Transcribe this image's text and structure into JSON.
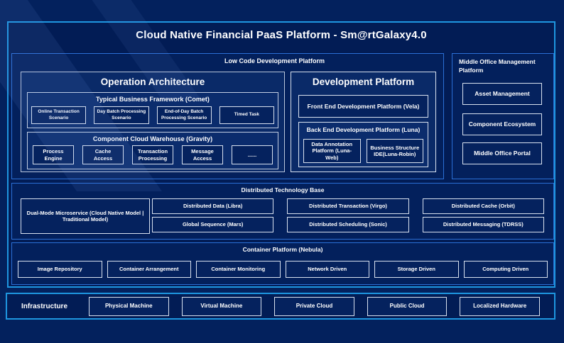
{
  "title": "Cloud Native Financial PaaS Platform - Sm@rtGalaxy4.0",
  "low_code": {
    "title": "Low Code Development Platform",
    "operation_architecture": {
      "title": "Operation Architecture",
      "comet": {
        "title": "Typical Business Framework (Comet)",
        "items": [
          "Online Transaction Scenario",
          "Day Batch Processing Scenario",
          "End-of-Day Batch Processing Scenario",
          "Timed Task"
        ]
      },
      "gravity": {
        "title": "Component Cloud Warehouse (Gravity)",
        "items": [
          "Process Engine",
          "Cache Access",
          "Transaction Processing",
          "Message Access",
          "......"
        ]
      }
    },
    "development_platform": {
      "title": "Development Platform",
      "front_end": "Front End Development Platform (Vela)",
      "back_end": {
        "title": "Back End Development Platform (Luna)",
        "items": [
          "Data Annotation Platform (Luna-Web)",
          "Business Structure IDE(Luna-Robin)"
        ]
      }
    }
  },
  "middle_office": {
    "title": "Middle Office Management Platform",
    "items": [
      "Asset Management",
      "Component Ecosystem",
      "Middle Office Portal"
    ]
  },
  "distributed": {
    "title": "Distributed Technology Base",
    "dual_mode": "Dual-Mode Microservice (Cloud Native Model | Traditional Model)",
    "items": [
      "Distributed Data (Libra)",
      "Distributed Transaction (Virgo)",
      "Distributed Cache (Orbit)",
      "Global Sequence (Mars)",
      "Distributed Scheduling (Sonic)",
      "Distributed Messaging (TDRSS)"
    ]
  },
  "container_platform": {
    "title": "Container Platform (Nebula)",
    "items": [
      "Image Repository",
      "Container Arrangement",
      "Container Monitoring",
      "Network Driven",
      "Storage Driven",
      "Computing Driven"
    ]
  },
  "infrastructure": {
    "label": "Infrastructure",
    "items": [
      "Physical Machine",
      "Virtual Machine",
      "Private Cloud",
      "Public Cloud",
      "Localized Hardware"
    ]
  },
  "colors": {
    "background": "#03215D",
    "panel_fill": "#021C55",
    "outer_border": "#1E96E0",
    "section_border": "#2B6FD6",
    "box_border": "#D8E1EF",
    "text": "#FFFFFF"
  }
}
